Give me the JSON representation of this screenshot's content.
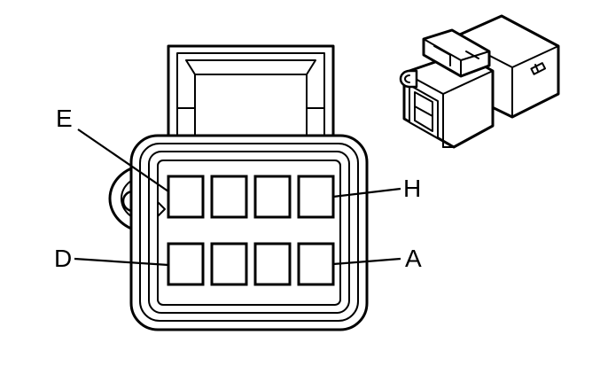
{
  "labels": {
    "top_left": "E",
    "top_right": "H",
    "bottom_left": "D",
    "bottom_right": "A"
  },
  "connector": {
    "rows": 2,
    "cavities_per_row": 4
  }
}
